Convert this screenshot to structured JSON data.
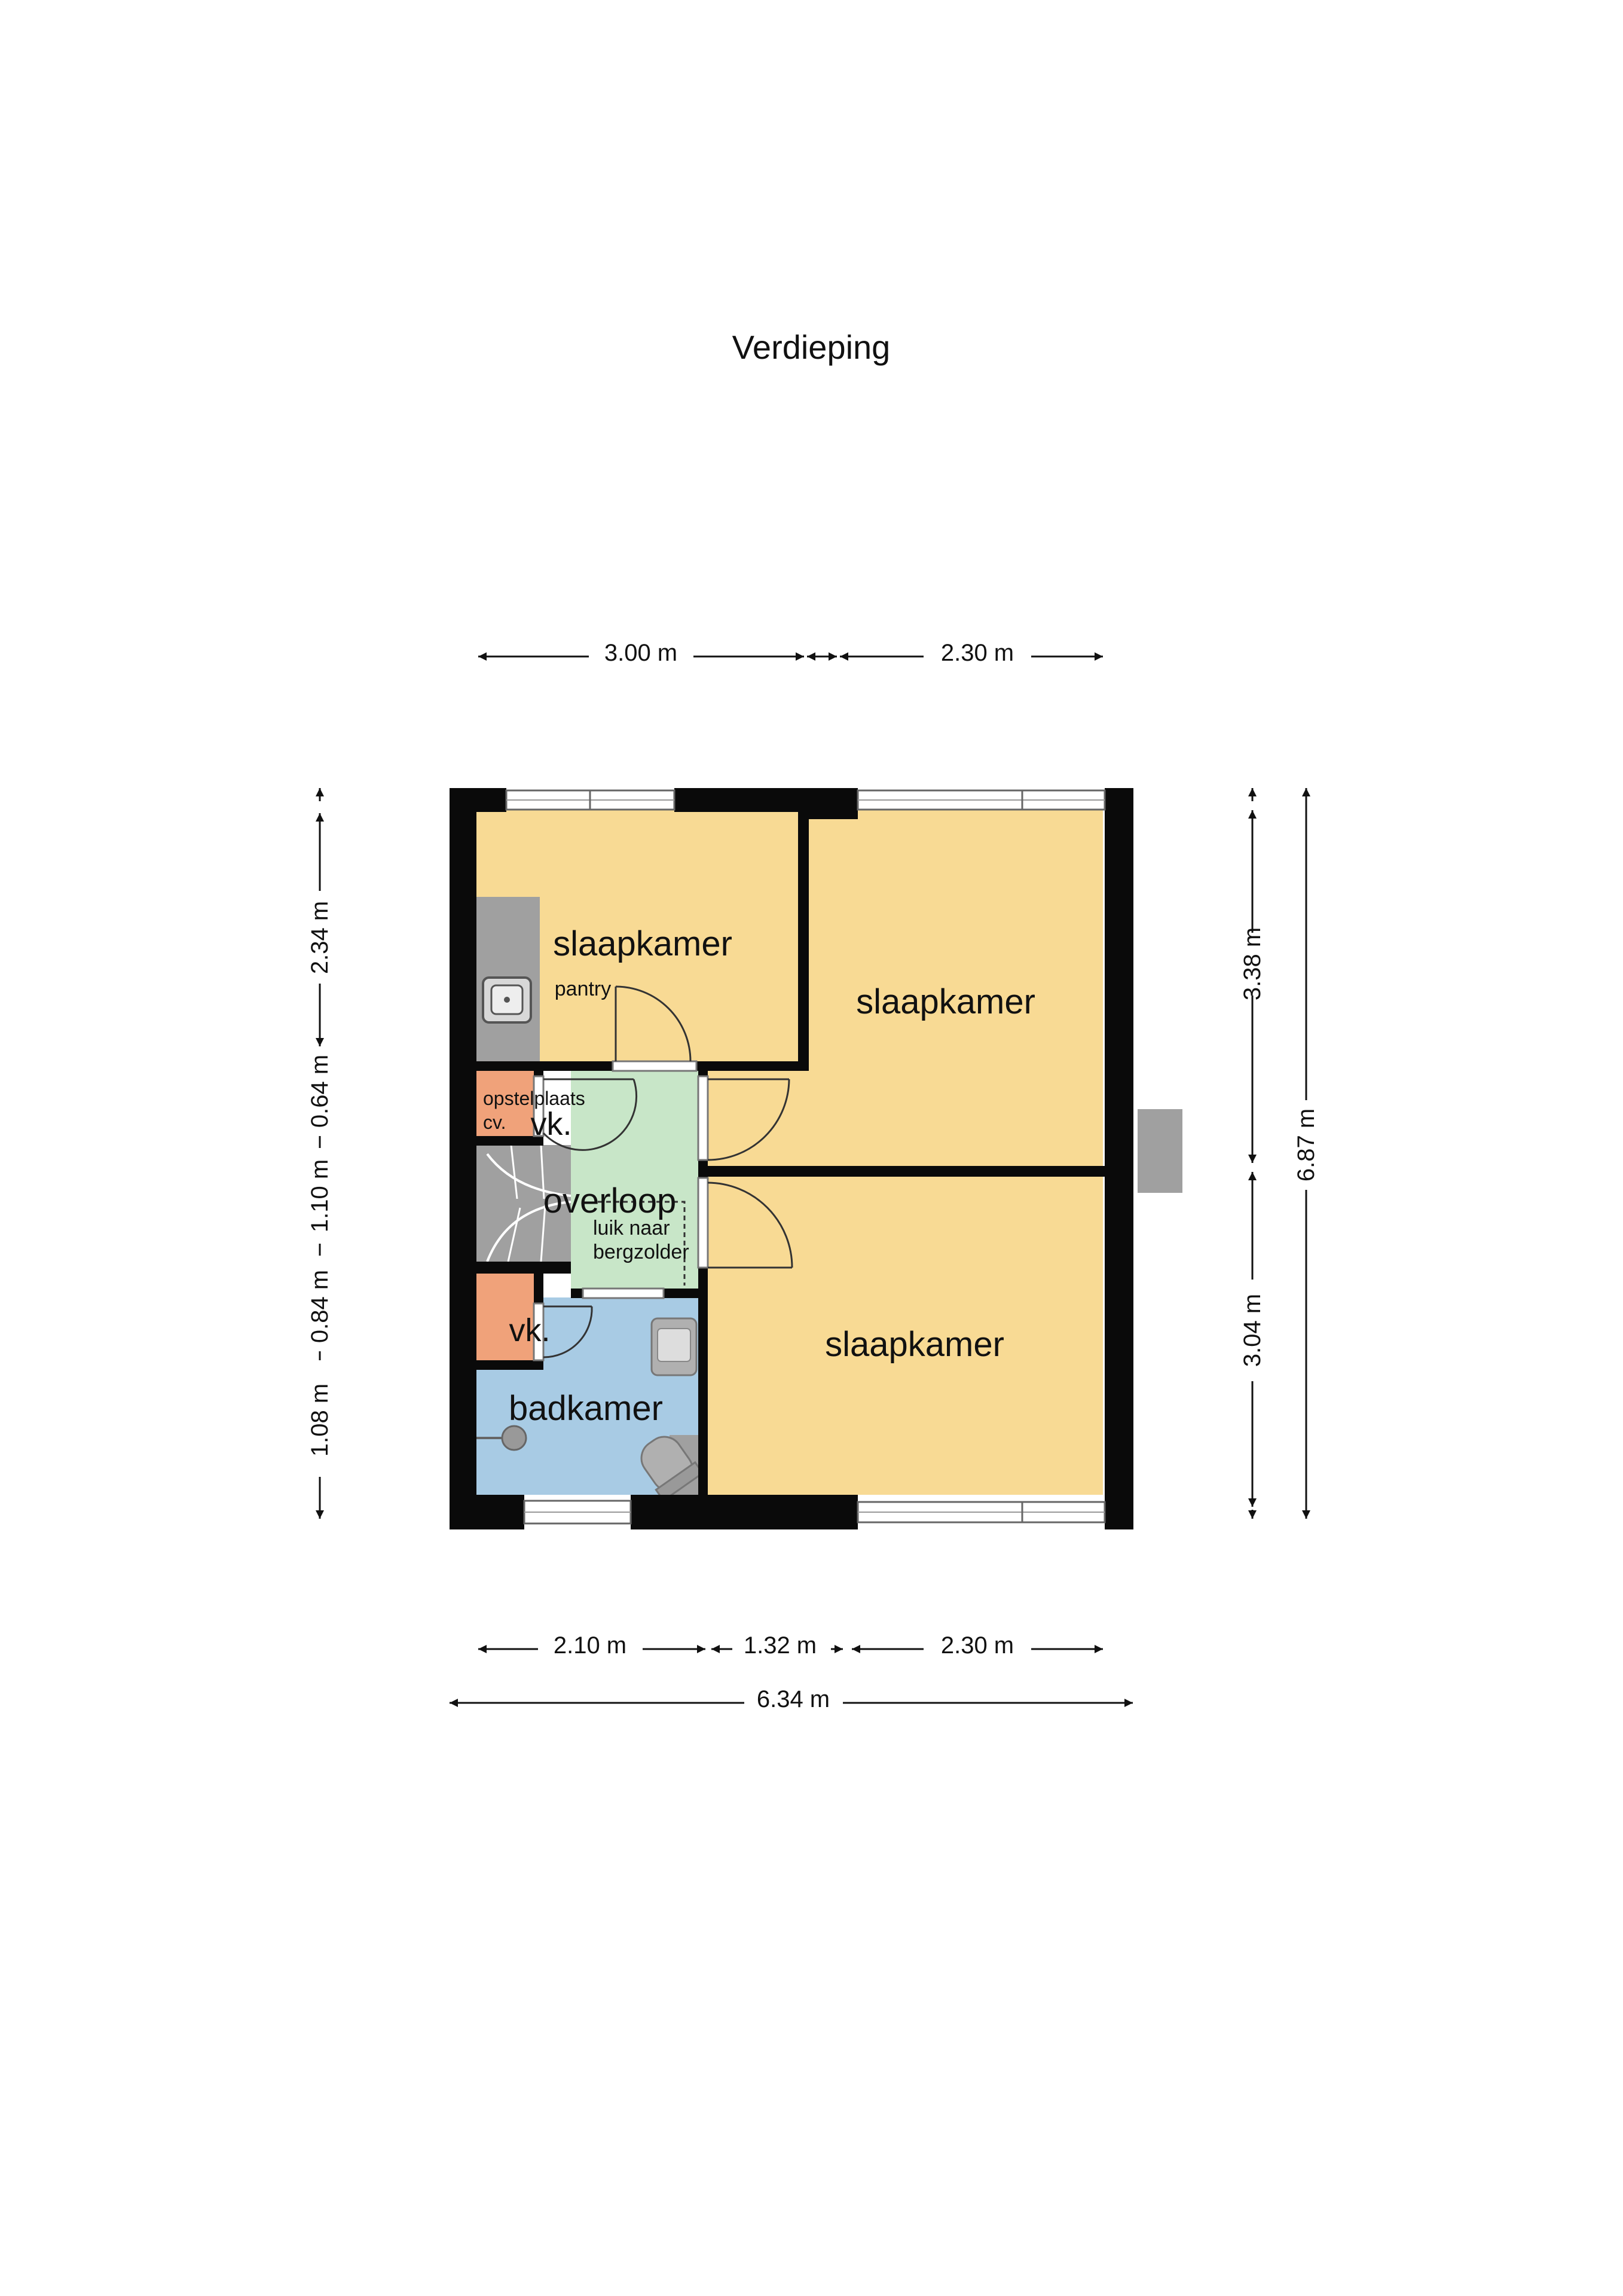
{
  "title": "Verdieping",
  "colors": {
    "wall": "#0a0a0a",
    "bedroom": "#f8da94",
    "landing": "#c8e6c8",
    "bathroom": "#a8cbe4",
    "closet": "#f0a27a",
    "fixture": "#a0a0a0",
    "window": "#ffffff"
  },
  "rooms": {
    "bedroom_top_left": "slaapkamer",
    "bedroom_right": "slaapkamer",
    "bedroom_bottom": "slaapkamer",
    "pantry": "pantry",
    "opstel_line1": "opstelplaats",
    "opstel_line2": "cv.",
    "closet_top": "vk.",
    "landing": "overloop",
    "hatch_line1": "luik naar",
    "hatch_line2": "bergzolder",
    "closet_bottom": "vk.",
    "bathroom": "badkamer"
  },
  "dimensions": {
    "top_1": "3.00 m",
    "top_2": "2.30 m",
    "bottom_1": "2.10 m",
    "bottom_2": "1.32 m",
    "bottom_3": "2.30 m",
    "bottom_total": "6.34 m",
    "left_1": "2.34 m",
    "left_2": "0.64 m",
    "left_3": "1.10 m",
    "left_4": "0.84 m",
    "left_5": "1.08 m",
    "right_1": "3.38 m",
    "right_2": "3.04 m",
    "right_total": "6.87 m"
  }
}
